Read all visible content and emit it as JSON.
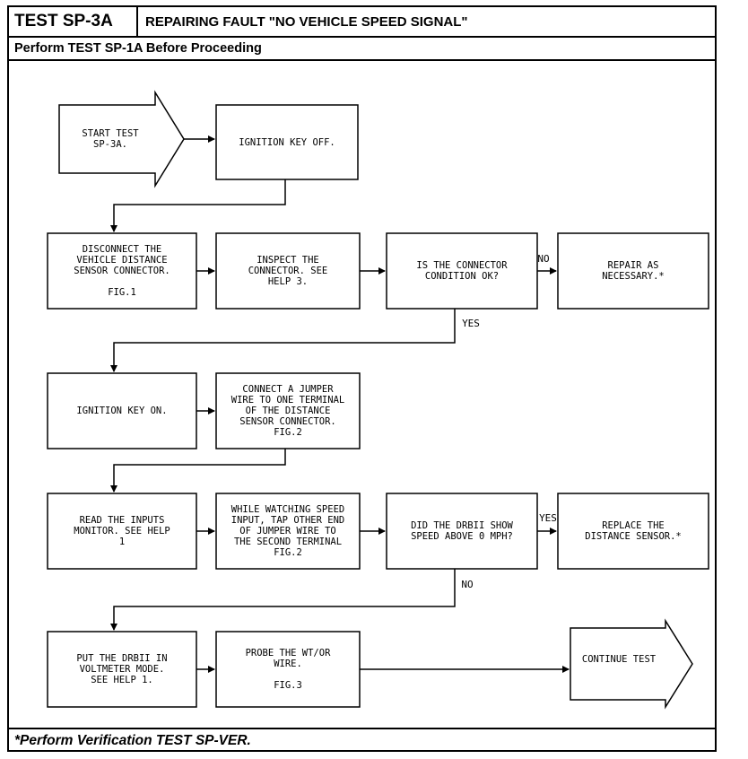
{
  "header": {
    "test_id": "TEST SP-3A",
    "title": "REPAIRING FAULT \"NO VEHICLE SPEED SIGNAL\"",
    "subtitle": "Perform TEST SP-1A Before Proceeding"
  },
  "footer": {
    "note": "*Perform Verification TEST SP-VER."
  },
  "flow": {
    "start": "START TEST\nSP-3A.",
    "ign_off": "IGNITION KEY OFF.",
    "disconnect": "DISCONNECT THE\nVEHICLE DISTANCE\nSENSOR CONNECTOR.\n\nFIG.1",
    "inspect": "INSPECT THE\nCONNECTOR. SEE\nHELP 3.",
    "is_ok": "IS THE CONNECTOR\nCONDITION OK?",
    "repair": "REPAIR AS\nNECESSARY.*",
    "ign_on": "IGNITION KEY ON.",
    "jumper": "CONNECT A JUMPER\nWIRE TO ONE TERMINAL\nOF THE DISTANCE\nSENSOR CONNECTOR.\nFIG.2",
    "read_inputs": "READ THE INPUTS\nMONITOR. SEE HELP\n1",
    "while_watching": "WHILE WATCHING SPEED\nINPUT, TAP OTHER END\nOF JUMPER WIRE TO\nTHE SECOND TERMINAL\nFIG.2",
    "did_show": "DID THE DRBII SHOW\nSPEED ABOVE 0 MPH?",
    "replace": "REPLACE THE\nDISTANCE SENSOR.*",
    "voltmeter": "PUT THE DRBII IN\nVOLTMETER MODE.\nSEE HELP 1.",
    "probe": "PROBE THE WT/OR\nWIRE.\n\nFIG.3",
    "continue": "CONTINUE TEST"
  },
  "labels": {
    "no1": "NO",
    "yes1": "YES",
    "yes2": "YES",
    "no2": "NO"
  }
}
